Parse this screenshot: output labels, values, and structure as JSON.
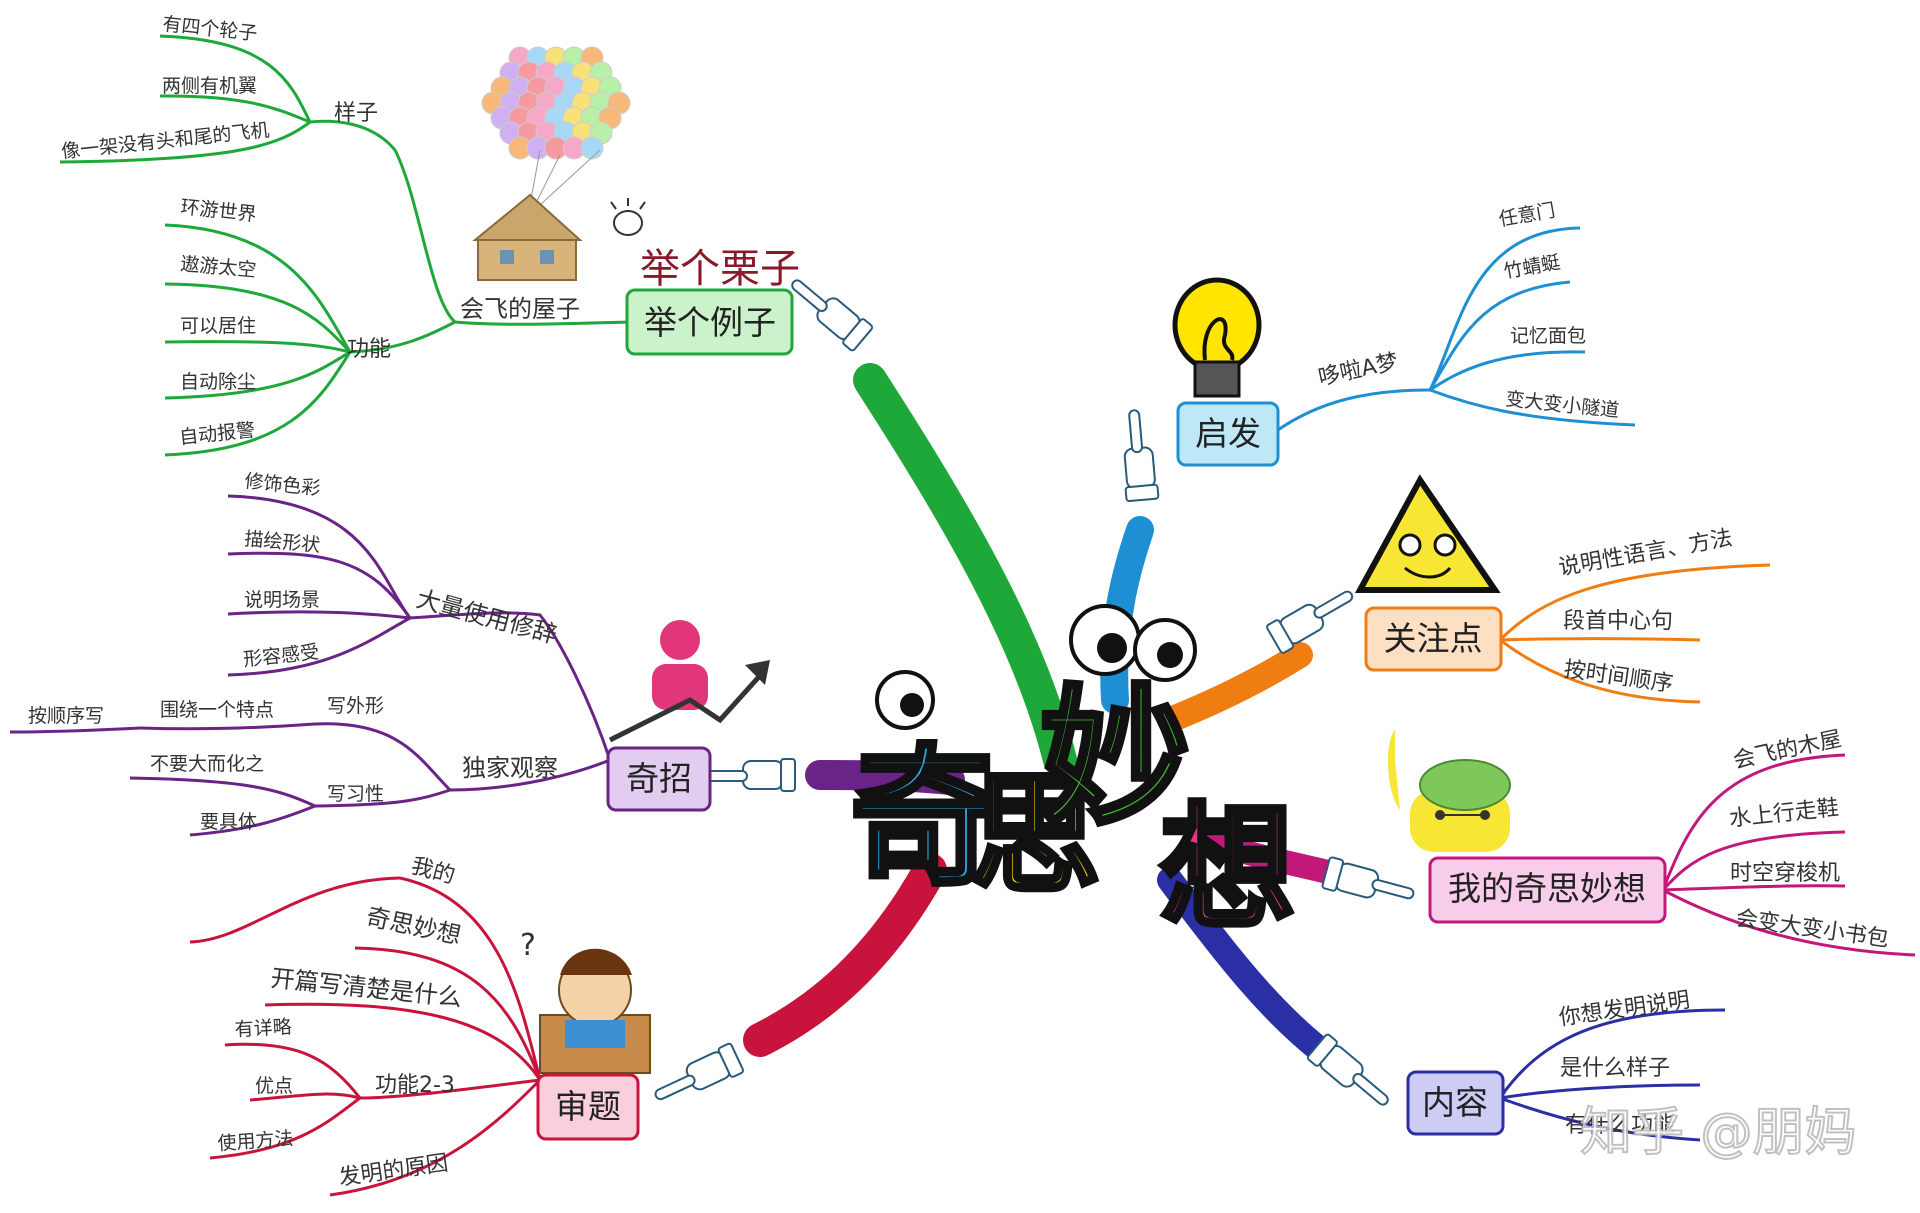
{
  "center": {
    "title": "奇思妙想"
  },
  "decorations": {
    "chestnut_label": "举个栗子"
  },
  "watermark": "知乎 @朋妈",
  "colors": {
    "example": "#1ea83a",
    "inspiration": "#1f8fd4",
    "focus": "#f07d12",
    "mine": "#c2187a",
    "content": "#2b2fa6",
    "review": "#c8143c",
    "trick": "#6a2386"
  },
  "branches": {
    "example": {
      "label": "举个例子",
      "child": "会飞的屋子",
      "groups": [
        {
          "label": "样子",
          "items": [
            "有四个轮子",
            "两侧有机翼",
            "像一架没有头和尾的飞机"
          ]
        },
        {
          "label": "功能",
          "items": [
            "环游世界",
            "遨游太空",
            "可以居住",
            "自动除尘",
            "自动报警"
          ]
        }
      ]
    },
    "trick": {
      "label": "奇招",
      "groups": [
        {
          "label": "大量使用修辞",
          "items": [
            "修饰色彩",
            "描绘形状",
            "说明场景",
            "形容感受"
          ]
        },
        {
          "label": "独家观察",
          "sub": [
            {
              "label": "写外形",
              "items": [
                "围绕一个特点"
              ],
              "extra": "按顺序写"
            },
            {
              "label": "写习性",
              "items": [
                "不要大而化之",
                "要具体"
              ]
            }
          ]
        }
      ]
    },
    "review": {
      "label": "审题",
      "items_top": [
        "我的",
        "奇思妙想",
        "开篇写清楚是什么"
      ],
      "group": {
        "label": "功能2-3",
        "items": [
          "有详略",
          "优点",
          "使用方法"
        ]
      },
      "items_bottom": [
        "发明的原因"
      ]
    },
    "inspiration": {
      "label": "启发",
      "child": "哆啦A梦",
      "items": [
        "任意门",
        "竹蜻蜓",
        "记忆面包",
        "变大变小隧道"
      ]
    },
    "focus": {
      "label": "关注点",
      "items": [
        "说明性语言、方法",
        "段首中心句",
        "按时间顺序"
      ]
    },
    "mine": {
      "label": "我的奇思妙想",
      "items": [
        "会飞的木屋",
        "水上行走鞋",
        "时空穿梭机",
        "会变大变小书包"
      ]
    },
    "content": {
      "label": "内容",
      "items": [
        "你想发明说明",
        "是什么样子",
        "有什么功能"
      ]
    }
  }
}
